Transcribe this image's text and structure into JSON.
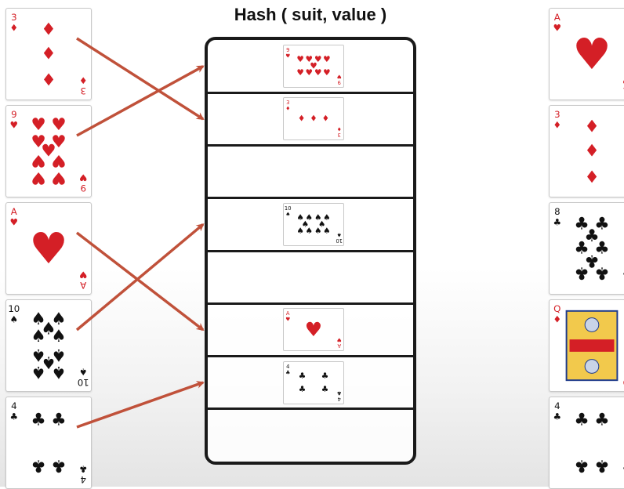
{
  "title": "Hash ( suit, value )",
  "colors": {
    "red": "#d41f26",
    "black": "#111111",
    "arrow": "#c0513a"
  },
  "left_cards": [
    {
      "rank": "3",
      "suit": "diamonds",
      "color": "red",
      "name": "card-3-diamonds"
    },
    {
      "rank": "9",
      "suit": "hearts",
      "color": "red",
      "name": "card-9-hearts"
    },
    {
      "rank": "A",
      "suit": "hearts",
      "color": "red",
      "name": "card-ace-hearts"
    },
    {
      "rank": "10",
      "suit": "spades",
      "color": "black",
      "name": "card-10-spades"
    },
    {
      "rank": "4",
      "suit": "clubs",
      "color": "black",
      "name": "card-4-clubs"
    }
  ],
  "right_cards": [
    {
      "rank": "A",
      "suit": "hearts",
      "color": "red",
      "name": "card-ace-hearts"
    },
    {
      "rank": "3",
      "suit": "diamonds",
      "color": "red",
      "name": "card-3-diamonds"
    },
    {
      "rank": "8",
      "suit": "clubs",
      "color": "black",
      "name": "card-8-clubs"
    },
    {
      "rank": "Q",
      "suit": "diamonds",
      "color": "red",
      "name": "card-queen-diamonds"
    },
    {
      "rank": "4",
      "suit": "clubs",
      "color": "black",
      "name": "card-4-clubs"
    }
  ],
  "table_slots": [
    {
      "rank": "9",
      "suit": "hearts",
      "color": "red"
    },
    {
      "rank": "3",
      "suit": "diamonds",
      "color": "red"
    },
    null,
    {
      "rank": "10",
      "suit": "spades",
      "color": "black"
    },
    null,
    {
      "rank": "A",
      "suit": "hearts",
      "color": "red"
    },
    {
      "rank": "4",
      "suit": "clubs",
      "color": "black"
    },
    null
  ],
  "arrows": [
    {
      "from_card": 0,
      "to_slot": 1
    },
    {
      "from_card": 1,
      "to_slot": 0
    },
    {
      "from_card": 2,
      "to_slot": 5
    },
    {
      "from_card": 3,
      "to_slot": 3
    },
    {
      "from_card": 4,
      "to_slot": 6
    }
  ]
}
